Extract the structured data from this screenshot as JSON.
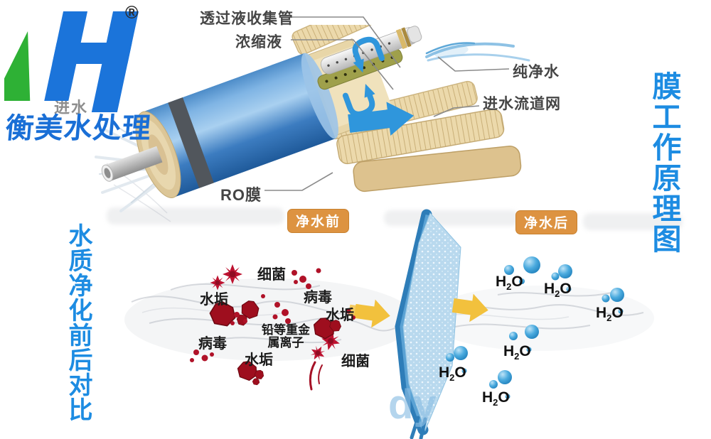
{
  "brand": {
    "name": "衡美水处理",
    "registered": "®"
  },
  "filter": {
    "label_collect_tube": "透过液收集管",
    "label_concentrate": "浓缩液",
    "label_pure_water": "纯净水",
    "label_feed_net": "进水流道网",
    "label_ro_membrane": "RO膜",
    "label_feed_water": "进水"
  },
  "titles": {
    "right_vertical": "膜工作原理图",
    "left_vertical": "水质净化前后对比"
  },
  "comparison": {
    "badge_before": "净水前",
    "badge_after": "净水后",
    "contaminants": [
      {
        "text": "细菌"
      },
      {
        "text": "水垢"
      },
      {
        "text": "病毒"
      },
      {
        "text": "水垢"
      },
      {
        "text": "病毒"
      },
      {
        "text": "水垢"
      },
      {
        "text": "细菌"
      }
    ],
    "heavy_metal_line1": "铅等重金",
    "heavy_metal_line2": "属离子",
    "molecule": {
      "prefix": "H",
      "sub": "2",
      "suffix": "O"
    }
  },
  "watermark": "dy",
  "colors": {
    "brand_blue": "#1a6fd6",
    "title_blue": "#1d8ce2",
    "badge_orange": "#dd9341",
    "contaminant_red": "#b01228",
    "flow_blue": "#2f96dc",
    "arrow_yellow": "#f2c13d",
    "membrane_blue": "#b9d9ee"
  }
}
